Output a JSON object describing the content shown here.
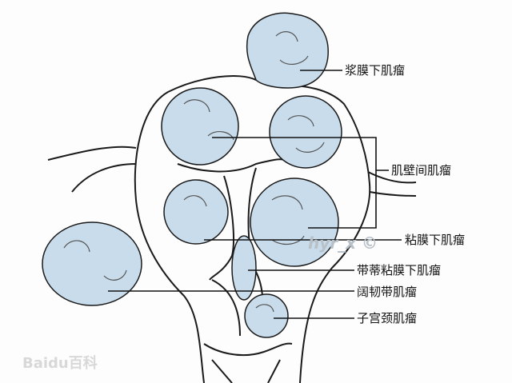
{
  "labels": {
    "subserosal": "浆膜下肌瘤",
    "intramural": "肌壁间肌瘤",
    "submucosal": "粘膜下肌瘤",
    "pedunculated_submucosal": "带蒂粘膜下肌瘤",
    "broad_ligament": "阔韧带肌瘤",
    "cervical": "子宫颈肌瘤"
  },
  "watermarks": {
    "baidu": "Baidu百科",
    "author": "hyr_x ©"
  },
  "colors": {
    "fibroid": "#c9dceb",
    "outline": "#1a1a1a"
  }
}
